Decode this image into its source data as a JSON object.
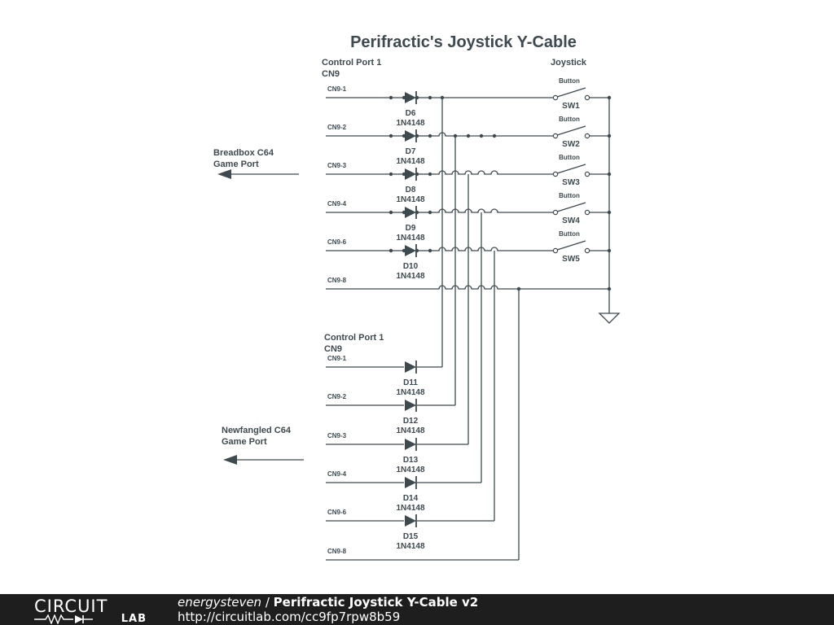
{
  "title": "Perifractic's Joystick Y-Cable",
  "section1": {
    "port_line1": "Control Port 1",
    "port_line2": "CN9",
    "joystick_label": "Joystick",
    "arrow_line1": "Breadbox C64",
    "arrow_line2": "Game Port",
    "pins": [
      "CN9-1",
      "CN9-2",
      "CN9-3",
      "CN9-4",
      "CN9-6",
      "CN9-8"
    ],
    "diodes": [
      {
        "name": "D6",
        "part": "1N4148"
      },
      {
        "name": "D7",
        "part": "1N4148"
      },
      {
        "name": "D8",
        "part": "1N4148"
      },
      {
        "name": "D9",
        "part": "1N4148"
      },
      {
        "name": "D10",
        "part": "1N4148"
      }
    ],
    "switches": [
      {
        "type": "Button",
        "name": "SW1"
      },
      {
        "type": "Button",
        "name": "SW2"
      },
      {
        "type": "Button",
        "name": "SW3"
      },
      {
        "type": "Button",
        "name": "SW4"
      },
      {
        "type": "Button",
        "name": "SW5"
      }
    ]
  },
  "section2": {
    "port_line1": "Control Port 1",
    "port_line2": "CN9",
    "arrow_line1": "Newfangled C64",
    "arrow_line2": "Game Port",
    "pins": [
      "CN9-1",
      "CN9-2",
      "CN9-3",
      "CN9-4",
      "CN9-6",
      "CN9-8"
    ],
    "diodes": [
      {
        "name": "D11",
        "part": "1N4148"
      },
      {
        "name": "D12",
        "part": "1N4148"
      },
      {
        "name": "D13",
        "part": "1N4148"
      },
      {
        "name": "D14",
        "part": "1N4148"
      },
      {
        "name": "D15",
        "part": "1N4148"
      }
    ]
  },
  "footer": {
    "logo_top": "CIRCUIT",
    "logo_bottom": "LAB",
    "author": "energysteven",
    "separator": " / ",
    "project": "Perifractic Joystick Y-Cable v2",
    "url": "http://circuitlab.com/cc9fp7rpw8b59"
  },
  "colors": {
    "ink": "#3d4a4f",
    "footer_bg": "#1e1e1e",
    "footer_text": "#ffffff"
  },
  "icons": [
    "diode-icon",
    "switch-icon",
    "ground-icon",
    "arrow-left-icon",
    "resistor-icon",
    "diode-logo-icon"
  ]
}
